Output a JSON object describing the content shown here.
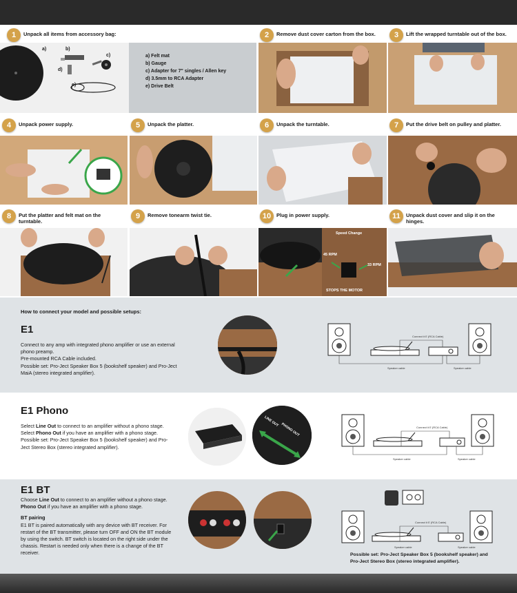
{
  "steps": [
    {
      "num": "1",
      "title": "Unpack all items from accessory bag:"
    },
    {
      "num": "2",
      "title": "Remove dust cover carton from the box."
    },
    {
      "num": "3",
      "title": "Lift the wrapped turntable out of the box."
    },
    {
      "num": "4",
      "title": "Unpack power supply."
    },
    {
      "num": "5",
      "title": "Unpack the platter."
    },
    {
      "num": "6",
      "title": "Unpack the turntable."
    },
    {
      "num": "7",
      "title": "Put the drive belt on pulley and platter."
    },
    {
      "num": "8",
      "title": "Put the platter and felt mat on the turntable."
    },
    {
      "num": "9",
      "title": "Remove tonearm twist tie."
    },
    {
      "num": "10",
      "title": "Plug in power supply."
    },
    {
      "num": "11",
      "title": "Unpack dust cover and slip it on the hinges."
    }
  ],
  "accessories": {
    "photo_labels": [
      "a)",
      "b)",
      "c)",
      "d)",
      "e)"
    ],
    "items": [
      "a) Felt mat",
      "b) Gauge",
      "c) Adapter for 7\" singles / Allen key",
      "d) 3.5mm to RCA Adapter",
      "e) Drive Belt"
    ]
  },
  "speed": {
    "title": "Speed Change",
    "rpm45": "45 RPM",
    "rpm33": "33 RPM",
    "stop": "STOPS THE MOTOR"
  },
  "connect_heading": "How to connect your model and possible setups:",
  "e1": {
    "title": "E1",
    "lines": [
      "Connect to any amp with integrated phono amplifier or use an external phono preamp.",
      "Pre-mounted RCA Cable included.",
      "Possible set: Pro-Ject Speaker Box 5 (bookshelf speaker) and Pro-Ject MaiA (stereo integrated amplifier)."
    ],
    "diagram": {
      "connect": "Connect it E (RCA Cable)",
      "speaker_left": "Speaker cable",
      "speaker_right": "Speaker cable"
    }
  },
  "e1_phono": {
    "title": "E1 Phono",
    "pre1": "Select ",
    "b1": "Line Out",
    "mid1": " to connect to an amplifier without a phono stage. Select ",
    "b2": "Phono Out",
    "post1": " if you have an amplifier with a phono stage.",
    "line2": "Possible set: Pro-Ject Speaker Box 5 (bookshelf speaker) and Pro-Ject Stereo Box (stereo integrated amplifier).",
    "switch_top": "LINE OUT",
    "switch_bottom": "PHONO OUT",
    "diagram": {
      "connect": "Connect it E (RCA Cable)",
      "speaker_left": "Speaker cable",
      "speaker_right": "Speaker cable"
    }
  },
  "e1_bt": {
    "title": "E1 BT",
    "pre1": "Choose ",
    "b1": "Line Out",
    "mid1": " to connect to an amplifier without a phono stage. ",
    "b2": "Phono Out",
    "post1": " if you have an amplifier with a phono stage.",
    "pairing_title": "BT pairing",
    "pairing_text": "E1 BT is paired automatically with any device with BT receiver. For restart of the BT transmitter, please turn OFF and ON the BT module by using the switch. BT switch is located on the right side under the chassis. Restart is needed only when there is a change of the BT receiver.",
    "set_caption": "Possible set: Pro-Ject Speaker Box 5 (bookshelf speaker) and Pro-Ject Stereo Box (stereo integrated amplifier).",
    "diagram": {
      "connect": "Connect it E (RCA Cable)",
      "speaker_left": "Speaker cable",
      "speaker_right": "Speaker cable"
    }
  },
  "colors": {
    "badge": "#d4a24a",
    "gray_bg": "#dfe3e6",
    "wood": "#9a6a44",
    "arrow": "#3aa64a"
  }
}
